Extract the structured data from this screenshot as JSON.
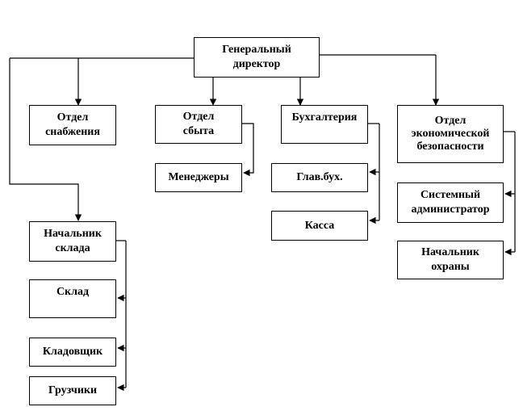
{
  "chart": {
    "root": {
      "label": "Генеральный\nдиректор"
    },
    "departments": {
      "supply": "Отдел\nснабжения",
      "sales": "Отдел\nсбыта",
      "accounting": "Бухгалтерия",
      "security": "Отдел\nэкономической\nбезопасности"
    },
    "sales_children": {
      "managers": "Менеджеры"
    },
    "accounting_children": {
      "chief_accountant": "Глав.бух.",
      "cashier": "Касса"
    },
    "security_children": {
      "sysadmin": "Системный\nадминистратор",
      "security_chief": "Начальник\nохраны"
    },
    "warehouse": {
      "head": "Начальник\nсклада",
      "warehouse": "Склад",
      "storekeeper": "Кладовщик",
      "loaders": "Грузчики"
    }
  }
}
